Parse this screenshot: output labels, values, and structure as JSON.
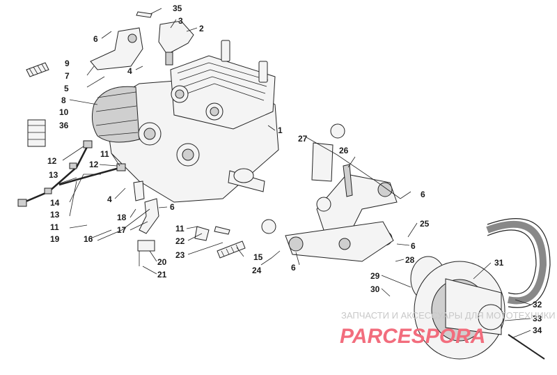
{
  "callouts": [
    {
      "text": "35"
    },
    {
      "text": "3"
    },
    {
      "text": "2"
    },
    {
      "text": "6"
    },
    {
      "text": "9"
    },
    {
      "text": "7"
    },
    {
      "text": "4"
    },
    {
      "text": "5"
    },
    {
      "text": "8"
    },
    {
      "text": "10"
    },
    {
      "text": "36"
    },
    {
      "text": "1"
    },
    {
      "text": "11"
    },
    {
      "text": "12"
    },
    {
      "text": "13"
    },
    {
      "text": "12"
    },
    {
      "text": "27"
    },
    {
      "text": "26"
    },
    {
      "text": "14"
    },
    {
      "text": "13"
    },
    {
      "text": "4"
    },
    {
      "text": "6"
    },
    {
      "text": "6"
    },
    {
      "text": "11"
    },
    {
      "text": "18"
    },
    {
      "text": "17"
    },
    {
      "text": "19"
    },
    {
      "text": "16"
    },
    {
      "text": "11"
    },
    {
      "text": "25"
    },
    {
      "text": "22"
    },
    {
      "text": "23"
    },
    {
      "text": "15"
    },
    {
      "text": "24"
    },
    {
      "text": "6"
    },
    {
      "text": "20"
    },
    {
      "text": "21"
    },
    {
      "text": "6"
    },
    {
      "text": "28"
    },
    {
      "text": "31"
    },
    {
      "text": "29"
    },
    {
      "text": "30"
    },
    {
      "text": "32"
    },
    {
      "text": "33"
    },
    {
      "text": "34"
    }
  ],
  "watermark": {
    "line1": "ЗАПЧАСТИ И АКСЕССУАРЫ ДЛЯ МОТОТЕХНИКИ",
    "line2": "PARCESPORA"
  }
}
